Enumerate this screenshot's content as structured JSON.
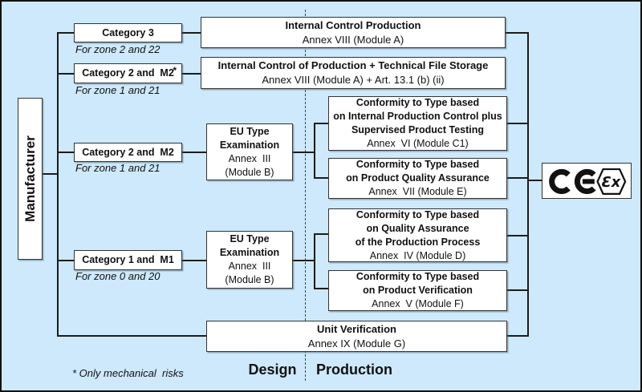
{
  "manufacturer": {
    "label": "Manufacturer"
  },
  "categories": [
    {
      "label": "Category 3",
      "asterisk": "",
      "zone": "For zone 2 and 22"
    },
    {
      "label": "Category 2 and  M2",
      "asterisk": "*",
      "zone": "For zone 1 and 21"
    },
    {
      "label": "Category 2 and  M2",
      "asterisk": "",
      "zone": "For zone 1 and 21"
    },
    {
      "label": "Category 1 and  M1",
      "asterisk": "",
      "zone": "For zone 0 and 20"
    }
  ],
  "design_boxes": {
    "eu_type_b1": {
      "l1": "EU Type",
      "l2": "Examination",
      "l3": "Annex  III",
      "l4": "(Module B)"
    },
    "eu_type_b2": {
      "l1": "EU Type",
      "l2": "Examination",
      "l3": "Annex  III",
      "l4": "(Module B)"
    }
  },
  "production_boxes": {
    "module_a": {
      "title": "Internal Control Production",
      "subtitle": "Annex VIII (Module A)"
    },
    "module_a_art13": {
      "title": "Internal Control of Production + Technical File Storage",
      "subtitle": "Annex VIII (Module A) + Art. 13.1 (b) (ii)"
    },
    "module_c1": {
      "l1": "Conformity to Type based",
      "l2": "on Internal Production Control plus",
      "l3": "Supervised Product Testing",
      "annex": "Annex  VI (Module C1)"
    },
    "module_e": {
      "l1": "Conformity to Type based",
      "l2": "on Product Quality Assurance",
      "annex": "Annex  VII (Module E)"
    },
    "module_d": {
      "l1": "Conformity to Type based",
      "l2": "on Quality Assurance",
      "l3": "of the Production Process",
      "annex": "Annex  IV (Module D)"
    },
    "module_f": {
      "l1": "Conformity to Type based",
      "l2": "on Product Verification",
      "annex": "Annex  V (Module F)"
    },
    "module_g": {
      "title": "Unit Verification",
      "subtitle": "Annex IX (Module G)"
    }
  },
  "phase_labels": {
    "design": "Design",
    "production": "Production"
  },
  "footnote": "* Only mechanical  risks",
  "marking": {
    "ex_label": "Ɛx"
  },
  "colors": {
    "background": "#cde9fb",
    "box_border": "#333333",
    "line": "#1c1c1c"
  }
}
